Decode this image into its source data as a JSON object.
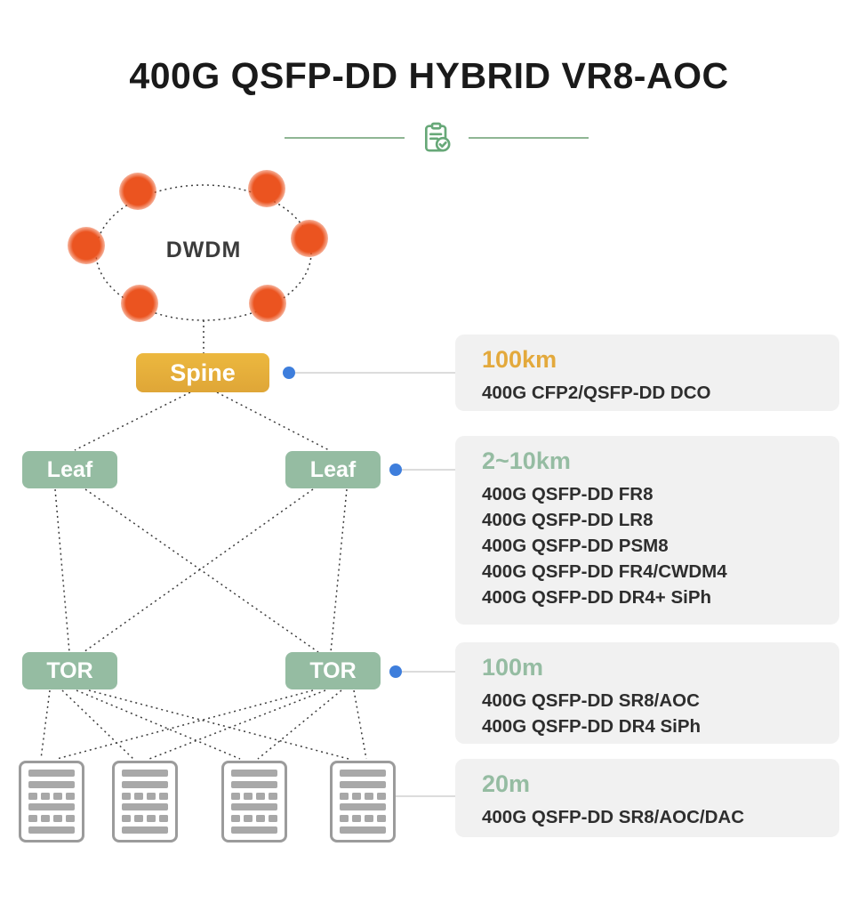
{
  "title": "400G QSFP-DD HYBRID VR8-AOC",
  "colors": {
    "title": "#1A1A1A",
    "gold": "#E3A93C",
    "green": "#95BCA2",
    "orange": "#EB5420",
    "blue": "#3E7EDC",
    "panel_background": "#F1F1F1",
    "dotted_line": "#3B3B3B"
  },
  "icons": {
    "divider": "clipboard-check-icon",
    "dwdm_node": "orange-node-dot",
    "server": "server-rack-icon",
    "connector": "blue-connector-dot"
  },
  "diagram": {
    "dwdm_label": "DWDM",
    "spine_label": "Spine",
    "leaf_labels": [
      "Leaf",
      "Leaf"
    ],
    "tor_labels": [
      "TOR",
      "TOR"
    ],
    "server_rack_count": 4,
    "dwdm_node_count": 6
  },
  "panels": [
    {
      "distance": "100km",
      "accent": "gold",
      "lines": [
        "400G CFP2/QSFP-DD DCO"
      ]
    },
    {
      "distance": "2~10km",
      "accent": "green",
      "lines": [
        "400G QSFP-DD FR8",
        "400G QSFP-DD LR8",
        "400G QSFP-DD PSM8",
        "400G QSFP-DD FR4/CWDM4",
        "400G QSFP-DD DR4+ SiPh"
      ]
    },
    {
      "distance": "100m",
      "accent": "green",
      "lines": [
        "400G QSFP-DD SR8/AOC",
        "400G QSFP-DD DR4 SiPh"
      ]
    },
    {
      "distance": "20m",
      "accent": "green",
      "lines": [
        "400G QSFP-DD SR8/AOC/DAC"
      ]
    }
  ]
}
